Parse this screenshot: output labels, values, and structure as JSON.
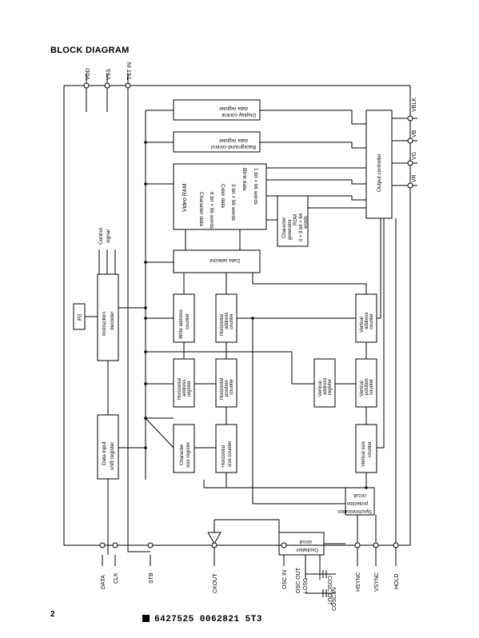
{
  "title": "BLOCK DIAGRAM",
  "page_number": "2",
  "footer_code": "6427525 0062821 5T3",
  "pins_top": [
    "VDD",
    "VSS",
    "TST IN"
  ],
  "pins_right": [
    "VBLK",
    "VB",
    "VG",
    "VR"
  ],
  "pins_bottom": [
    "DATA",
    "CLK",
    "STB",
    "CKOUT",
    "OSC IN",
    "OSC OUT",
    "LOSC",
    "COSC IN",
    "COSC OUT",
    "HSYNC",
    "VSYNC",
    "HOLD"
  ],
  "blocks": {
    "display_control": [
      "Display control",
      "data register"
    ],
    "background_control": [
      "Background control",
      "data register"
    ],
    "output_controller": "Output controller",
    "video_ram_title": "Video RAM",
    "video_ram_rows": [
      "1 bit × 96 words",
      "Blink data",
      "3 bit × 96 words",
      "Color data",
      "6 bit × 96 words",
      "Character data"
    ],
    "char_gen_rom": [
      "Character",
      "generator",
      "ROM",
      "0 × 9 bit × 64",
      "words"
    ],
    "data_selector": "Data selector",
    "control_signal": [
      "Control",
      "signal"
    ],
    "f0": "F0",
    "instruction_decoder": [
      "Instruction",
      "decoder"
    ],
    "write_address_counter": [
      "Write address",
      "counter"
    ],
    "h_address_counter": [
      "Horizontal",
      "address",
      "counter"
    ],
    "v_address_counter": [
      "Vertical",
      "address",
      "counter"
    ],
    "h_address_register": [
      "Horizontal",
      "address",
      "register"
    ],
    "h_position_counter": [
      "Horizontal",
      "position",
      "counter"
    ],
    "v_address_register": [
      "Vertical",
      "address",
      "register"
    ],
    "v_position_counter": [
      "Vertical",
      "position",
      "counter"
    ],
    "data_input_shift": [
      "Data input",
      "shift register"
    ],
    "char_size_register": [
      "Character",
      "size register"
    ],
    "h_size_counter": [
      "Horizontal",
      "size counter"
    ],
    "v_size_counter": [
      "Vertical size",
      "counter"
    ],
    "sync_protection": [
      "Synchronization",
      "protection",
      "circuit"
    ],
    "oscillation_circuit": [
      "Oscillation",
      "circuit"
    ]
  }
}
